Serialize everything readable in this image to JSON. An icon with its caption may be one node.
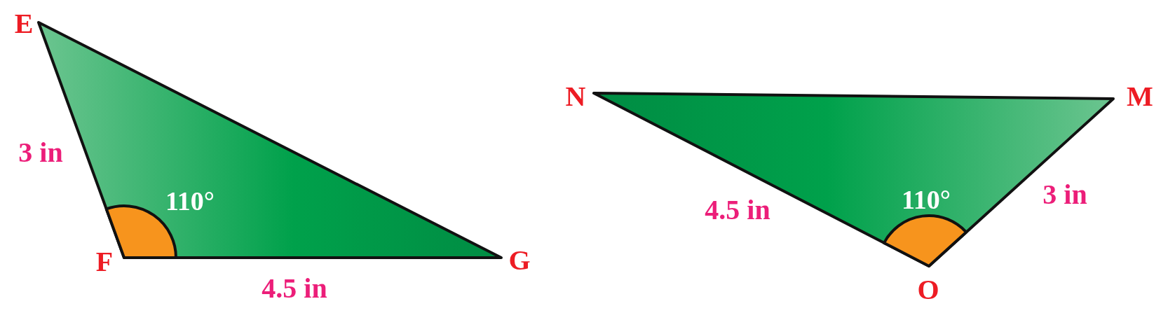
{
  "diagram": {
    "labels": [
      "E",
      "3 in",
      "110°",
      "F",
      "4.5 in",
      "G",
      "N",
      "M",
      "4.5 in",
      "110°",
      "3 in",
      "O"
    ]
  }
}
